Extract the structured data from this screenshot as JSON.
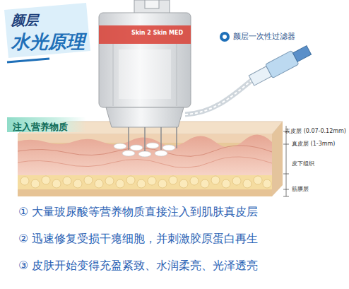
{
  "diagram": {
    "title": "颜层 水光原理",
    "nodes": [
      {
        "text": [
          "注入营养物质"
        ]
      }
    ],
    "labels": [
      "Skin 2 Skin MED",
      "颜层一次性过滤器",
      "表皮层 (0.07-0.12mm)",
      "真皮层 (1-3mm)",
      "皮下组织",
      "筋膜层",
      "① 大量玻尿酸等营养物质直接注入到肌肤真皮层",
      "② 迅速修复受损干瘪细胞，并刺激胶原蛋白再生",
      "③ 皮肤开始变得充盈紧致、水润柔亮、光泽透亮"
    ]
  }
}
